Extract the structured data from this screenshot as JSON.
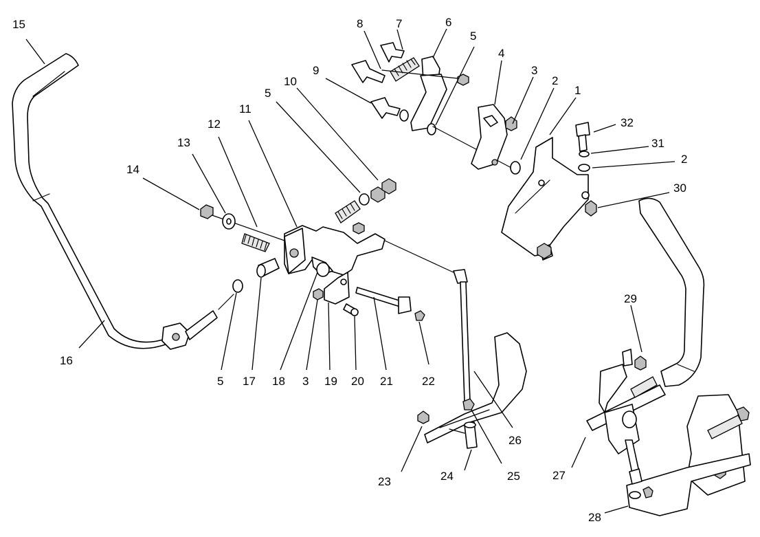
{
  "callouts": {
    "c1": "1",
    "c2a": "2",
    "c2b": "2",
    "c3a": "3",
    "c3b": "3",
    "c4": "4",
    "c5a": "5",
    "c5b": "5",
    "c5c": "5",
    "c6": "6",
    "c7": "7",
    "c8": "8",
    "c9": "9",
    "c10": "10",
    "c11": "11",
    "c12": "12",
    "c13": "13",
    "c14": "14",
    "c15": "15",
    "c16": "16",
    "c17": "17",
    "c18": "18",
    "c19": "19",
    "c20": "20",
    "c21": "21",
    "c22": "22",
    "c23": "23",
    "c24": "24",
    "c25": "25",
    "c26": "26",
    "c27": "27",
    "c28": "28",
    "c29": "29",
    "c30": "30",
    "c31": "31",
    "c32": "32"
  }
}
